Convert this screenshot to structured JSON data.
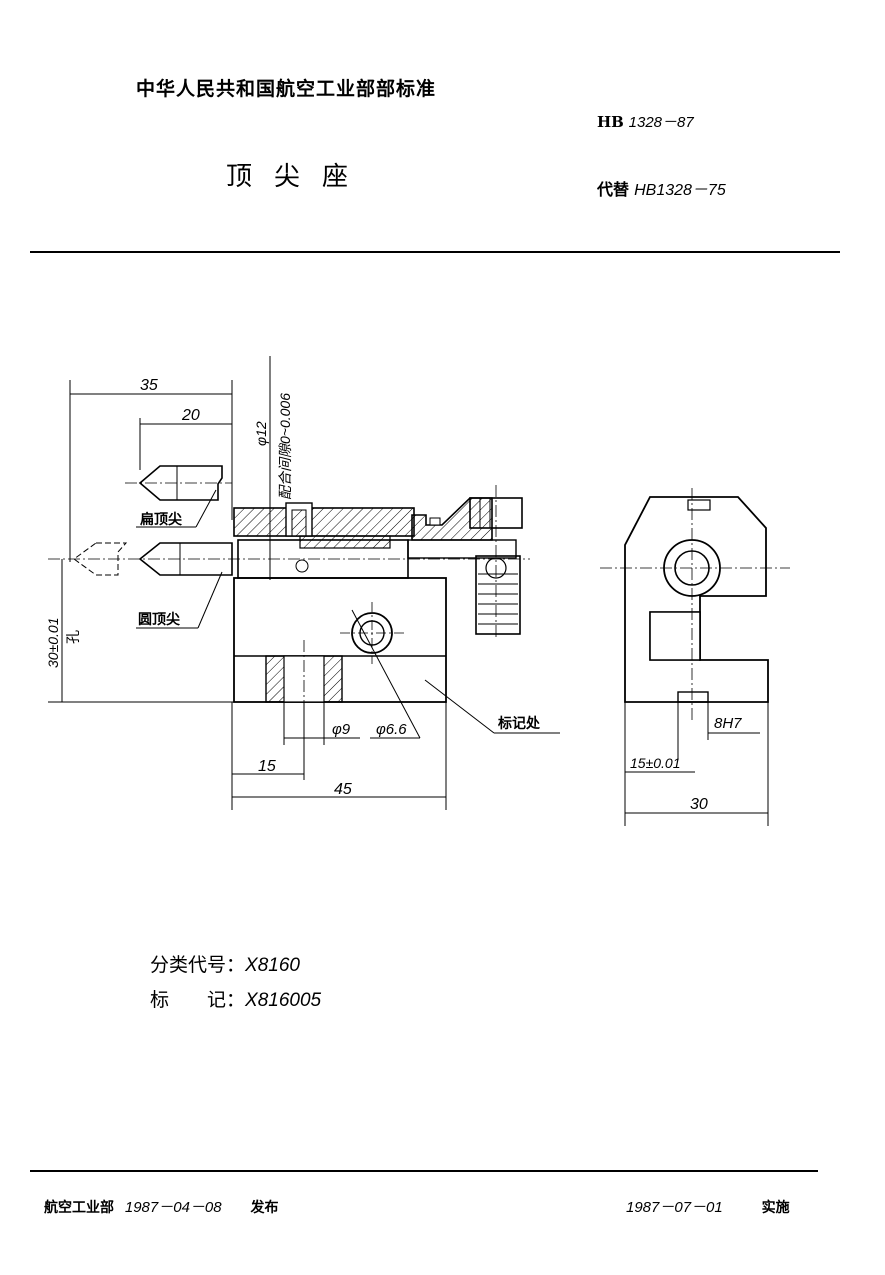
{
  "header": {
    "org_standard": "中华人民共和国航空工业部部标准",
    "doc_title": "顶尖座",
    "std_prefix": "HB",
    "std_number": "1328－87",
    "replace_prefix": "代替",
    "replace_number": "HB1328－75"
  },
  "drawing": {
    "front_view": {
      "dim_overall_length": "35",
      "dim_tip_length": "20",
      "dim_diameter": "φ12",
      "dim_fit": "配合间隙0~0.006",
      "label_flat_tip": "扁顶尖",
      "label_round_tip": "圆顶尖",
      "dim_height": "30±0.01",
      "dim_height_note": "孔",
      "dim_hole_9": "φ9",
      "dim_hole_66": "φ6.6",
      "dim_offset": "15",
      "dim_width": "45",
      "label_mark": "标记处"
    },
    "side_view": {
      "dim_slot": "8H7",
      "dim_offset": "15±0.01",
      "dim_width": "30"
    }
  },
  "codes": {
    "class_label": "分类代号：",
    "class_value": "X8160",
    "mark_label": "标　　记：",
    "mark_value": "X816005"
  },
  "footer": {
    "issuer": "航空工业部",
    "issue_date": "1987－04－08",
    "issue_word": "发布",
    "effective_date": "1987－07－01",
    "effective_word": "实施"
  }
}
